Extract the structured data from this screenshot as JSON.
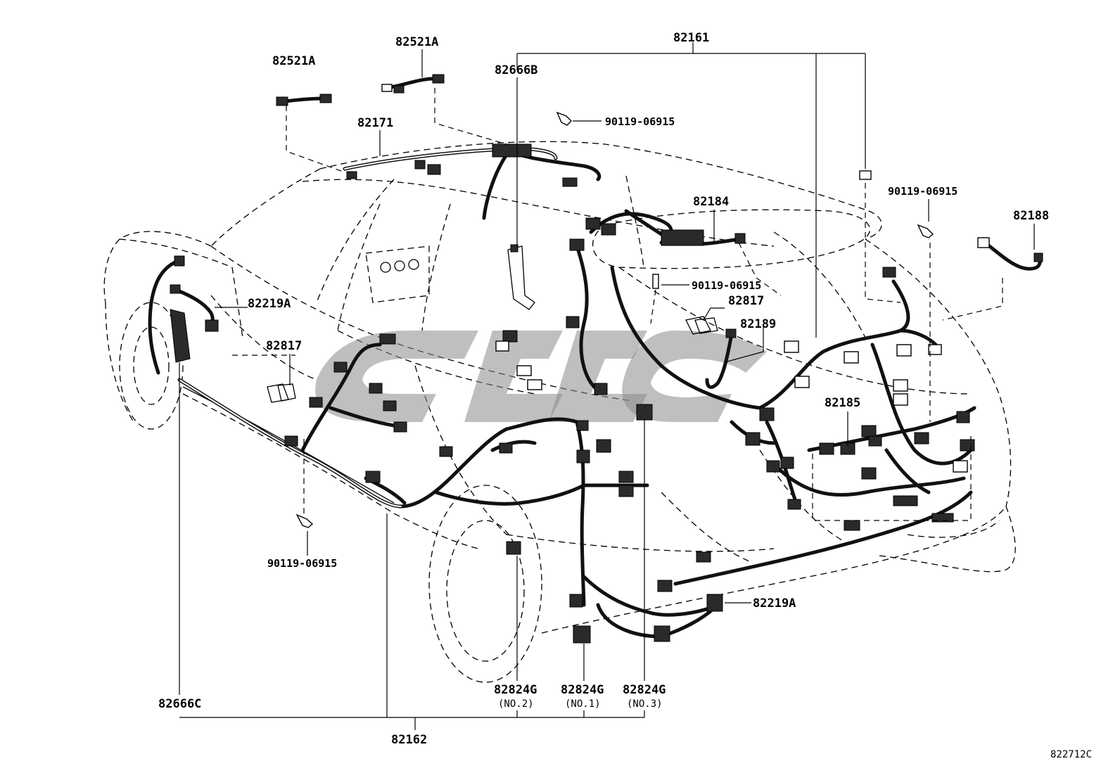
{
  "labels": {
    "p82161": "82161",
    "p82521a_left": "82521A",
    "p82521a_mid": "82521A",
    "p82666b": "82666B",
    "p82171": "82171",
    "bolt_top": "90119-06915",
    "bolt_right": "90119-06915",
    "p82188": "82188",
    "p82184": "82184",
    "bolt_center": "90119-06915",
    "p82817_right": "82817",
    "p82189": "82189",
    "p82219a_left": "82219A",
    "p82817_left": "82817",
    "p82185": "82185",
    "bolt_bottom": "90119-06915",
    "p82219a_right": "82219A",
    "p82824g_no2": "82824G",
    "p82824g_no2_note": "(NO.2)",
    "p82824g_no1": "82824G",
    "p82824g_no1_note": "(NO.1)",
    "p82824g_no3": "82824G",
    "p82824g_no3_note": "(NO.3)",
    "p82666c": "82666C",
    "p82162": "82162",
    "figure_id": "822712C"
  },
  "colors": {
    "line": "#000000",
    "background": "#ffffff",
    "watermark": "#8a8a8a"
  }
}
